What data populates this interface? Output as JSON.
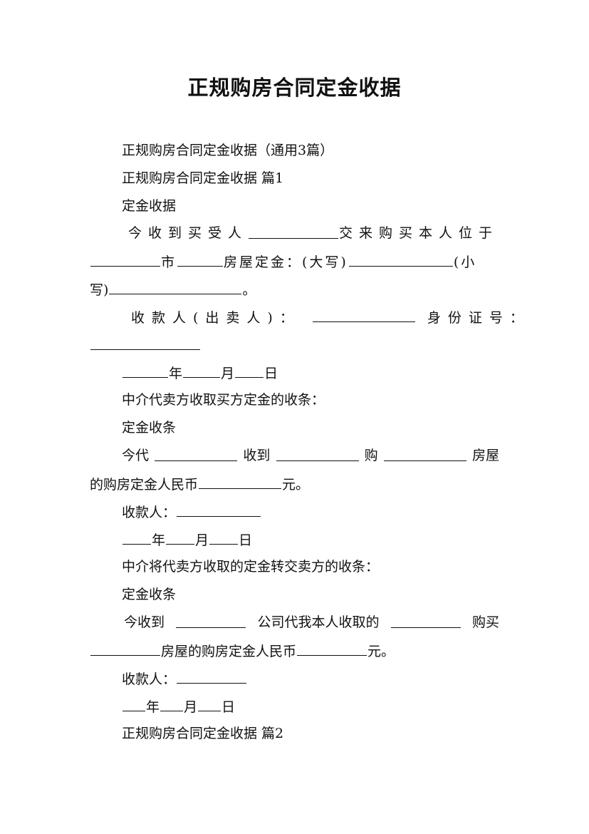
{
  "title": "正规购房合同定金收据",
  "lines": {
    "l1": "正规购房合同定金收据（通用3篇）",
    "l2": "正规购房合同定金收据 篇1",
    "l3": "定金收据",
    "l4a": "今收到买受人",
    "l4b": "交来购买本人位于",
    "l5a": "市",
    "l5b": "房屋定金：(大写)",
    "l5c": "(小",
    "l6a": "写)",
    "l6b": "。",
    "l7a": "收款人(出卖人)：",
    "l7b": "身份证号：",
    "year": "年",
    "month": "月",
    "day": "日",
    "l10": "中介代卖方收取买方定金的收条：",
    "l11": "定金收条",
    "l12a": "今代",
    "l12b": "收到",
    "l12c": "购",
    "l12d": "房屋",
    "l13a": "的购房定金人民币",
    "l13b": "元。",
    "l14": "收款人：",
    "l16": "中介将代卖方收取的定金转交卖方的收条：",
    "l17": "定金收条",
    "l18a": "今收到",
    "l18b": "公司代我本人收取的",
    "l18c": "购买",
    "l19a": "房屋的购房定金人民币",
    "l19b": "元。",
    "l20": "收款人：",
    "l22": "正规购房合同定金收据 篇2"
  }
}
